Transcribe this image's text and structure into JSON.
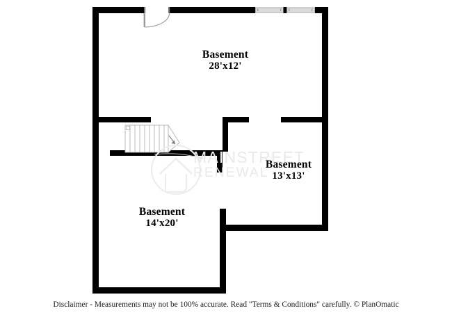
{
  "document": {
    "type": "floor-plan",
    "level": "Basement",
    "background_color": "#ffffff",
    "wall_color": "#000000",
    "watermark_color": "#e9e9e9"
  },
  "rooms": [
    {
      "id": "basement-main",
      "name": "Basement",
      "dimensions": "28'x12'",
      "label_name": "Basement",
      "label_dims": "28'x12'"
    },
    {
      "id": "basement-right",
      "name": "Basement",
      "dimensions": "13'x13'",
      "label_name": "Basement",
      "label_dims": "13'x13'"
    },
    {
      "id": "basement-left",
      "name": "Basement",
      "dimensions": "14'x20'",
      "label_name": "Basement",
      "label_dims": "14'x20'"
    }
  ],
  "features": {
    "door_label": "swing-door",
    "window_label": "double-window",
    "stairs_label": "staircase",
    "stairs_direction": "down-right",
    "stair_tread_count": 9
  },
  "watermark": {
    "line1": "MAINSTREET",
    "line2": "RENEWAL",
    "logo": "house-circle-logo"
  },
  "footer": {
    "disclaimer": "Disclaimer - Measurements may not be 100% accurate. Read \"Terms & Conditions\" carefully. © PlanOmatic"
  }
}
